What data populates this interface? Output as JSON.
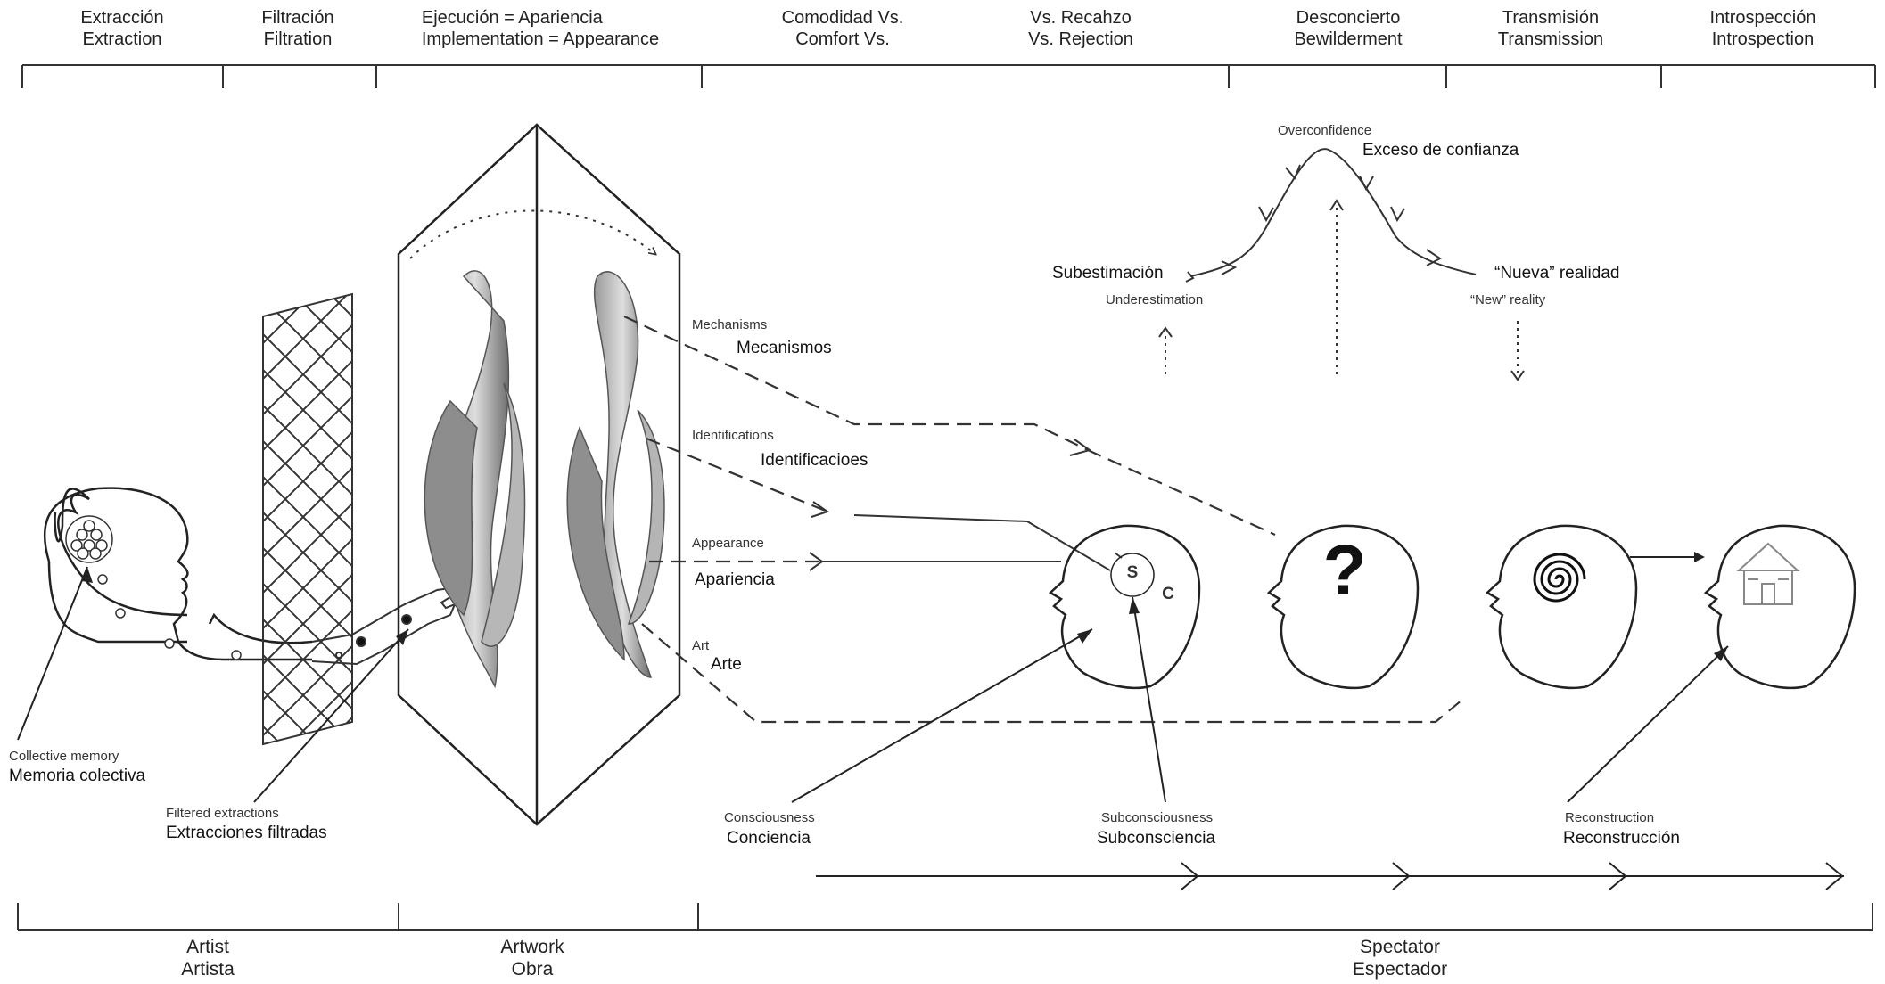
{
  "stages": [
    {
      "es": "Extracción",
      "en": "Extraction"
    },
    {
      "es": "Filtración",
      "en": "Filtration"
    },
    {
      "es": "Ejecución = Apariencia",
      "en": "Implementation = Appearance"
    },
    {
      "es": "Comodidad Vs.",
      "en": "Comfort  Vs."
    },
    {
      "es": "Vs. Recahzo",
      "en": "Vs. Rejection"
    },
    {
      "es": "Desconcierto",
      "en": "Bewilderment"
    },
    {
      "es": "Transmisión",
      "en": "Transmission"
    },
    {
      "es": "Introspección",
      "en": "Introspection"
    }
  ],
  "groups": [
    {
      "en": "Artist",
      "es": "Artista"
    },
    {
      "en": "Artwork",
      "es": "Obra"
    },
    {
      "en": "Spectator",
      "es": "Espectador"
    }
  ],
  "labels": {
    "mechanisms_en": "Mechanisms",
    "mechanisms_es": "Mecanismos",
    "identifications_en": "Identifications",
    "identifications_es": "Identificacioes",
    "appearance_en": "Appearance",
    "appearance_es": "Apariencia",
    "art_en": "Art",
    "art_es": "Arte",
    "collective_en": "Collective memory",
    "collective_es": "Memoria colectiva",
    "filtered_en": "Filtered extractions",
    "filtered_es": "Extracciones filtradas",
    "consciousness_en": "Consciousness",
    "consciousness_es": "Conciencia",
    "subconsciousness_en": "Subconsciousness",
    "subconsciousness_es": "Subconsciencia",
    "reconstruction_en": "Reconstruction",
    "reconstruction_es": "Reconstrucción",
    "overconfidence_en": "Overconfidence",
    "overconfidence_es": "Exceso de confianza",
    "underestimation_es": "Subestimación",
    "underestimation_en": "Underestimation",
    "newreality_es": "“Nueva” realidad",
    "newreality_en": "“New” reality",
    "s_letter": "S",
    "c_letter": "C",
    "question_mark": "?"
  }
}
